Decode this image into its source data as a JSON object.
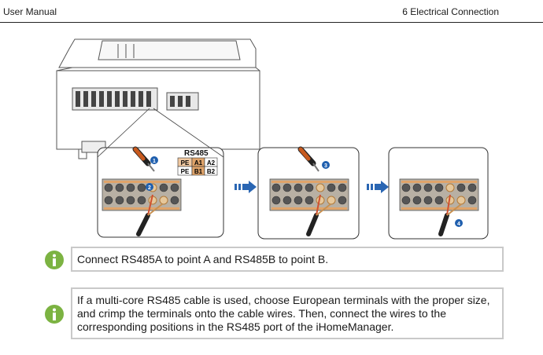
{
  "header": {
    "left": "User Manual",
    "right": "6  Electrical Connection"
  },
  "figure": {
    "rs485_title": "RS485",
    "table": {
      "row1": [
        "PE",
        "A1",
        "A2"
      ],
      "row2": [
        "PE",
        "B1",
        "B2"
      ]
    },
    "steps": [
      "1",
      "2",
      "3",
      "4"
    ]
  },
  "notes": [
    {
      "text": "Connect RS485A to point A and RS485B to point B."
    },
    {
      "text": "If a multi-core RS485 cable is used, choose European terminals with the proper size, and crimp the terminals onto the cable wires. Then, connect the wires to the corresponding positions in the RS485 port of the iHomeManager."
    }
  ],
  "colors": {
    "info_icon": "#7cb342",
    "step_badge": "#1f5fae",
    "arrow": "#2a66b3",
    "terminal_orange": "#e0a46a"
  }
}
